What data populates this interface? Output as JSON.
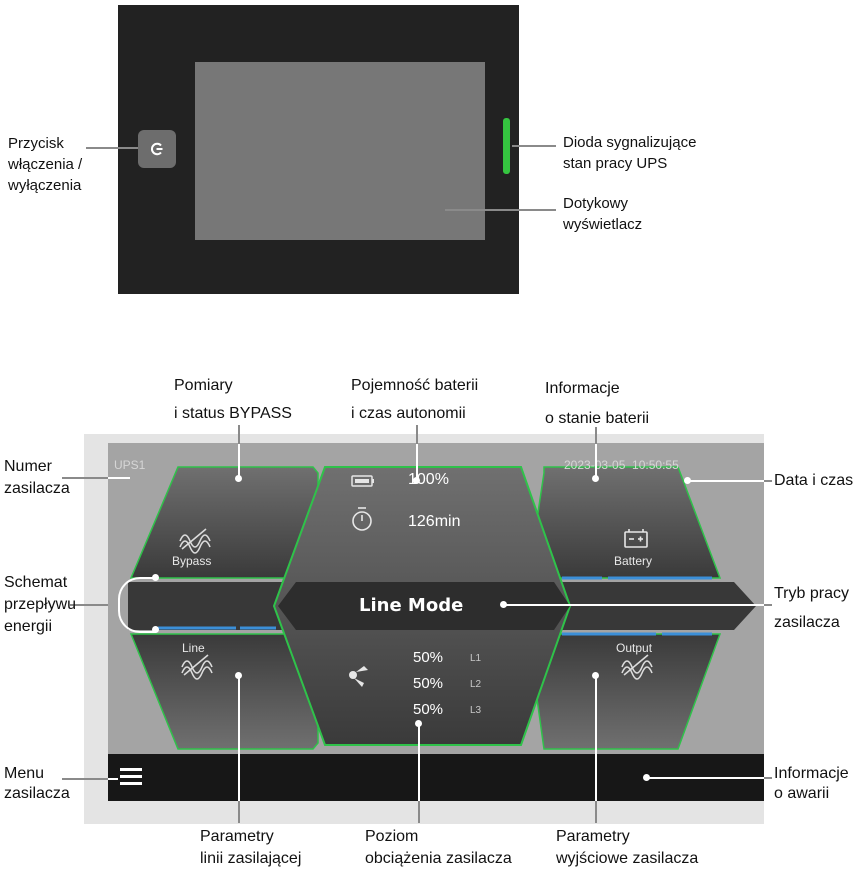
{
  "device_callouts": {
    "power_button": [
      "Przycisk",
      "włączenia /",
      "wyłączenia"
    ],
    "status_led": [
      "Dioda sygnalizujące",
      "stan pracy UPS"
    ],
    "touch_display": [
      "Dotykowy",
      "wyświetlacz"
    ]
  },
  "screen": {
    "ups_id": "UPS1",
    "datetime": "2023-03-05  10:50:55",
    "bypass_label": "Bypass",
    "battery_label": "Battery",
    "line_label": "Line",
    "output_label": "Output",
    "battery_capacity": "100%",
    "backup_time": "126min",
    "mode": "Line Mode",
    "load": [
      {
        "value": "50%",
        "phase": "L1"
      },
      {
        "value": "50%",
        "phase": "L2"
      },
      {
        "value": "50%",
        "phase": "L3"
      }
    ]
  },
  "screen_callouts": {
    "bypass": [
      "Pomiary",
      "i status BYPASS"
    ],
    "battery_capacity": [
      "Pojemność baterii",
      "i czas autonomii"
    ],
    "battery_info": [
      "Informacje",
      "o stanie baterii"
    ],
    "ups_number": [
      "Numer",
      "zasilacza"
    ],
    "datetime": "Data i czas",
    "energy_flow": [
      "Schemat",
      "przepływu",
      "energii"
    ],
    "operation_mode": [
      "Tryb pracy",
      "zasilacza"
    ],
    "menu": [
      "Menu",
      "zasilacza"
    ],
    "fault_info": [
      "Informacje",
      "o awarii"
    ],
    "line_params": [
      "Parametry",
      "linii zasilającej"
    ],
    "load_level": [
      "Poziom",
      "obciążenia zasilacza"
    ],
    "output_params": [
      "Parametry",
      "wyjściowe zasilacza"
    ]
  },
  "colors": {
    "device_body": "#222222",
    "screen": "#777777",
    "led": "#35c540",
    "hex_border": "#2fc24a",
    "flow_active": "#3b8fd8"
  },
  "icons": [
    "power-icon",
    "bypass-icon",
    "battery-icon",
    "battery-level-icon",
    "timer-icon",
    "load-icon",
    "line-icon",
    "output-icon",
    "menu-icon"
  ]
}
